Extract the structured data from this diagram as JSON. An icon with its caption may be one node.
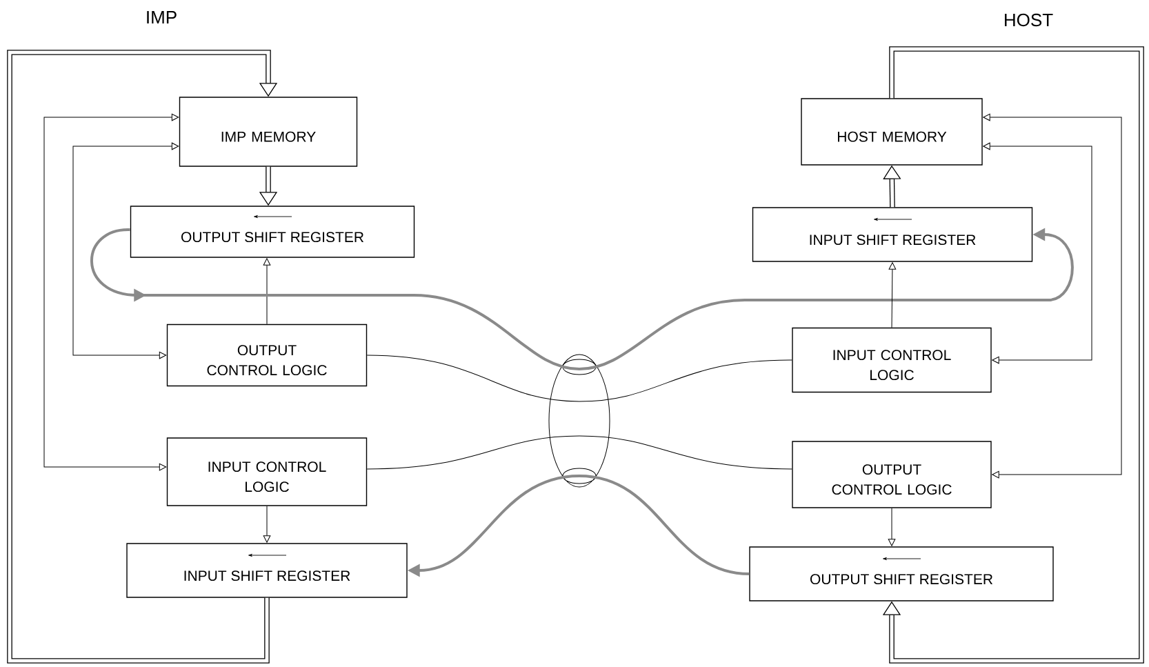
{
  "diagram": {
    "nodes": [
      {
        "text": [
          "IMP MEMORY"
        ]
      },
      {
        "text": [
          "OUTPUT SHIFT REGISTER"
        ]
      },
      {
        "text": [
          "OUTPUT CONTROL LOGIC"
        ]
      },
      {
        "text": [
          "INPUT CONTROL LOGIC"
        ]
      },
      {
        "text": [
          "INPUT SHIFT REGISTER"
        ]
      },
      {
        "text": [
          "HOST MEMORY"
        ]
      },
      {
        "text": [
          "INPUT SHIFT REGISTER"
        ]
      },
      {
        "text": [
          "INPUT CONTROL LOGIC"
        ]
      },
      {
        "text": [
          "OUTPUT CONTROL LOGIC"
        ]
      },
      {
        "text": [
          "OUTPUT SHIFT REGISTER"
        ]
      }
    ],
    "edges": [
      {
        "from": 4,
        "to": 0,
        "arrow": "to",
        "style": "thick"
      },
      {
        "from": 0,
        "to": 1,
        "arrow": "to",
        "style": "thick"
      },
      {
        "from": 0,
        "to": 2,
        "arrow": "both"
      },
      {
        "from": 0,
        "to": 3,
        "arrow": "both"
      },
      {
        "from": 2,
        "to": 1,
        "arrow": "to"
      },
      {
        "from": 3,
        "to": 4,
        "arrow": "to"
      },
      {
        "from": 1,
        "to": 6,
        "arrow": "to",
        "style": "thick",
        "color": "#8a8a8a"
      },
      {
        "from": 2,
        "to": 7,
        "arrow": "none"
      },
      {
        "from": 3,
        "to": 8,
        "arrow": "none"
      },
      {
        "from": 9,
        "to": 4,
        "arrow": "to",
        "style": "thick",
        "color": "#8a8a8a"
      },
      {
        "from": 6,
        "to": 5,
        "arrow": "to",
        "style": "thick"
      },
      {
        "from": 5,
        "to": 9,
        "arrow": "to",
        "style": "thick"
      },
      {
        "from": 5,
        "to": 7,
        "arrow": "both"
      },
      {
        "from": 5,
        "to": 8,
        "arrow": "both"
      },
      {
        "from": 7,
        "to": 6,
        "arrow": "to"
      },
      {
        "from": 8,
        "to": 9,
        "arrow": "to"
      }
    ],
    "labels": [
      "IMP",
      "HOST"
    ]
  }
}
